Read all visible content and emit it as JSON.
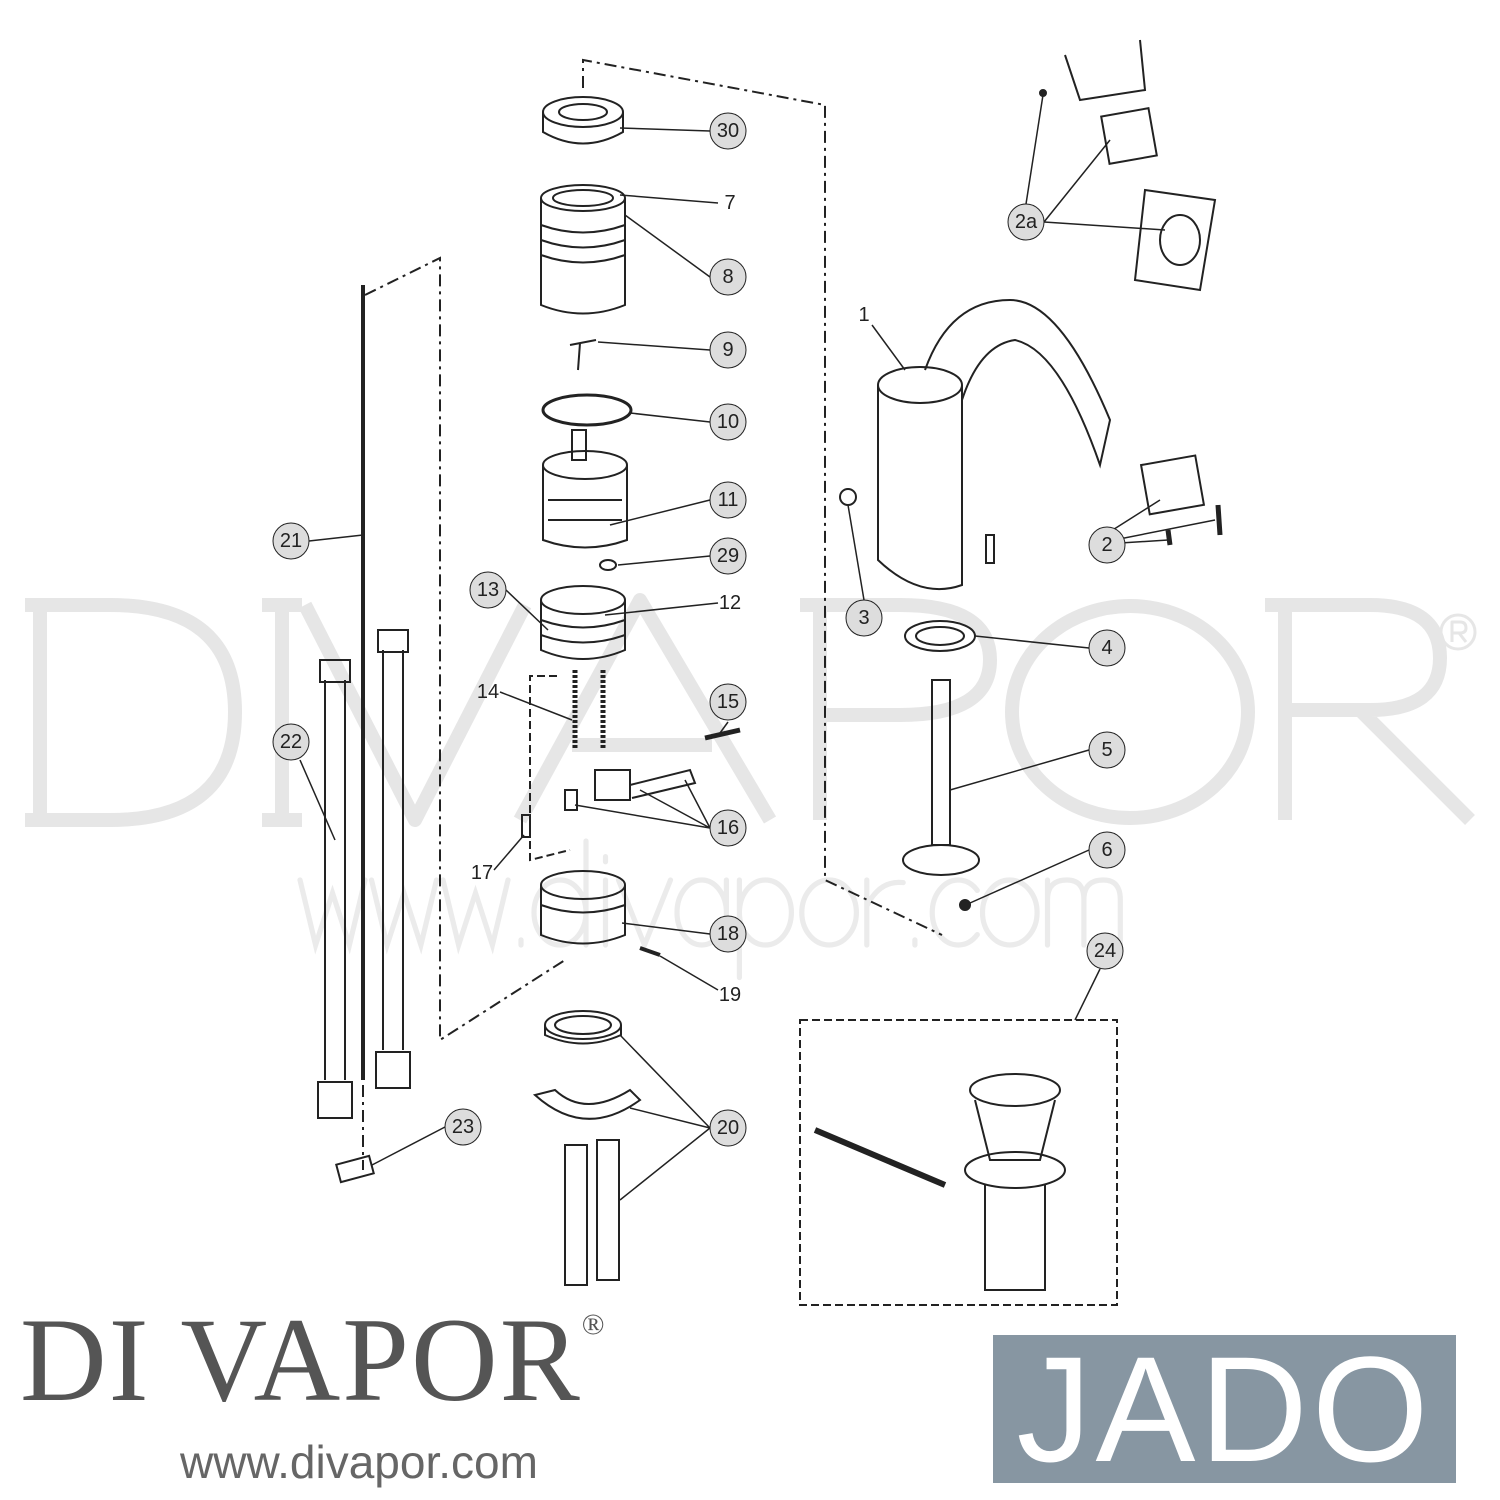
{
  "watermark": {
    "text": "DIVAPOR",
    "registered": "®",
    "url": "www.divapor.com"
  },
  "brand": {
    "name": "DI VAPOR",
    "registered": "®",
    "url": "www.divapor.com"
  },
  "manufacturer_logo": {
    "text": "JADO",
    "color": "#8796a2"
  },
  "callouts": [
    {
      "label": "30",
      "circled": true
    },
    {
      "label": "7",
      "circled": false
    },
    {
      "label": "8",
      "circled": true
    },
    {
      "label": "9",
      "circled": true
    },
    {
      "label": "10",
      "circled": true
    },
    {
      "label": "11",
      "circled": true
    },
    {
      "label": "29",
      "circled": true
    },
    {
      "label": "13",
      "circled": true
    },
    {
      "label": "12",
      "circled": false
    },
    {
      "label": "14",
      "circled": false
    },
    {
      "label": "15",
      "circled": true
    },
    {
      "label": "16",
      "circled": true
    },
    {
      "label": "17",
      "circled": false
    },
    {
      "label": "18",
      "circled": true
    },
    {
      "label": "19",
      "circled": false
    },
    {
      "label": "20",
      "circled": true
    },
    {
      "label": "21",
      "circled": true
    },
    {
      "label": "22",
      "circled": true
    },
    {
      "label": "23",
      "circled": true
    },
    {
      "label": "24",
      "circled": true
    },
    {
      "label": "1",
      "circled": false
    },
    {
      "label": "2a",
      "circled": true
    },
    {
      "label": "2",
      "circled": true
    },
    {
      "label": "3",
      "circled": true
    },
    {
      "label": "4",
      "circled": true
    },
    {
      "label": "5",
      "circled": true
    },
    {
      "label": "6",
      "circled": true
    }
  ]
}
